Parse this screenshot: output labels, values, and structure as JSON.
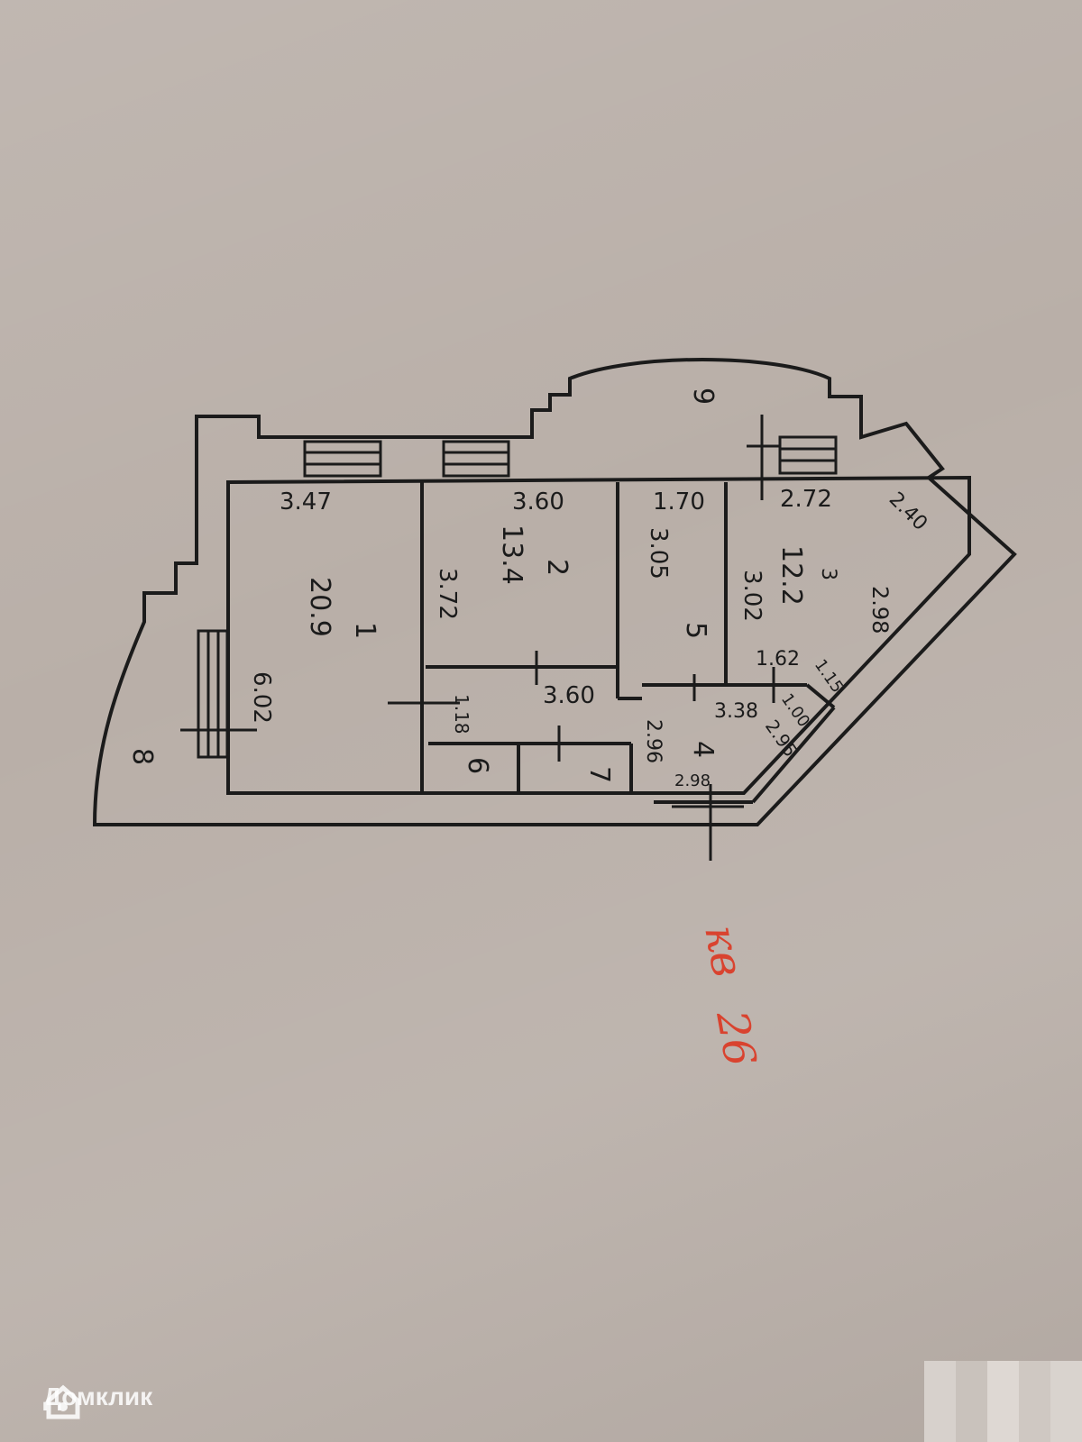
{
  "rooms": [
    {
      "id": "1",
      "area": "20.9"
    },
    {
      "id": "2",
      "area": "13.4"
    },
    {
      "id": "3",
      "area": "12.2"
    },
    {
      "id": "4",
      "area": ""
    },
    {
      "id": "5",
      "area": ""
    },
    {
      "id": "6",
      "area": ""
    },
    {
      "id": "7",
      "area": ""
    },
    {
      "id": "8",
      "area": ""
    },
    {
      "id": "9",
      "area": ""
    }
  ],
  "dimensions": [
    "3.47",
    "3.60",
    "1.70",
    "2.72",
    "2.40",
    "3.72",
    "3.05",
    "3.02",
    "2.98",
    "6.02",
    "3.60",
    "1.62",
    "1.15",
    "3.38",
    "1.00",
    "2.96",
    "2.95",
    "1.18",
    "2.98"
  ],
  "annotation": {
    "line1": "кв",
    "line2": "26"
  },
  "watermark": {
    "text": "Домклик"
  },
  "colors": {
    "ink": "#1b1b1b",
    "annotation": "#d9432f",
    "paper": "#b9afa8"
  }
}
